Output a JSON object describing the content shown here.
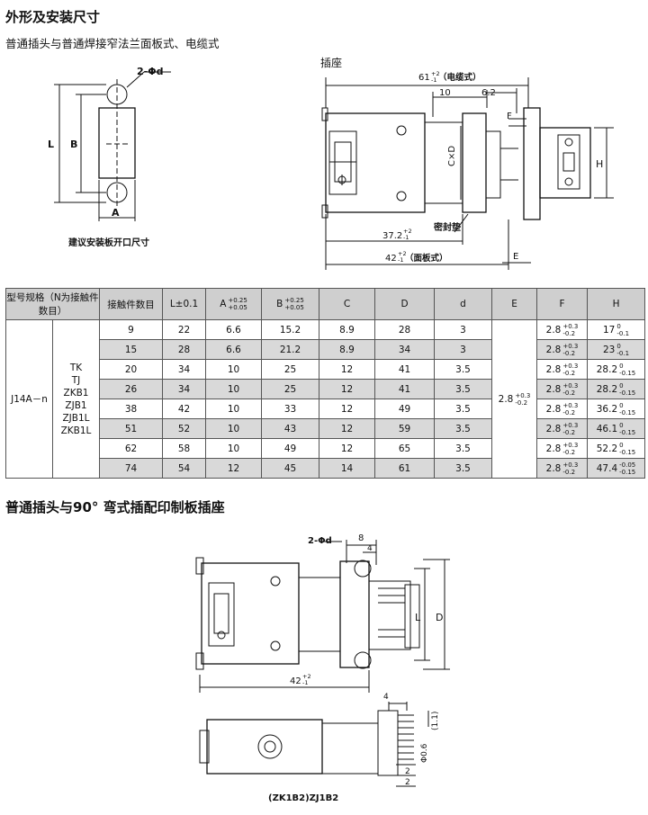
{
  "heading1": "外形及安装尺寸",
  "subheading1": "普通插头与普通焊接窄法兰面板式、电缆式",
  "panel_cutout": {
    "hole_label": "2-Φd",
    "dim_L": "L",
    "dim_B": "B",
    "dim_A": "A",
    "caption": "建议安装板开口尺寸"
  },
  "socket_drawing": {
    "title": "插座",
    "dim_61": "61",
    "tol_61_upper": "+2",
    "tol_61_lower": "-1",
    "dim_61_note": "（电缆式）",
    "dim_10": "10",
    "dim_6_2": "6.2",
    "dim_F": "F",
    "dim_CxD": "C×D",
    "dim_H": "H",
    "dim_37_2": "37.2",
    "tol_37_upper": "+2",
    "tol_37_lower": "-1",
    "seal_label": "密封垫",
    "dim_42": "42",
    "tol_42_upper": "+2",
    "tol_42_lower": "-1",
    "dim_42_note": "（面板式）",
    "dim_E": "E"
  },
  "table": {
    "headers": {
      "model": "型号规格（N为接触件数目）",
      "contacts": "接触件数目",
      "L": "L±0.1",
      "A": "A",
      "A_tol_upper": "+0.25",
      "A_tol_lower": "+0.05",
      "B": "B",
      "B_tol_upper": "+0.25",
      "B_tol_lower": "+0.05",
      "C": "C",
      "D": "D",
      "d": "d",
      "E": "E",
      "F": "F",
      "H": "H"
    },
    "model_prefix": "J14A－n",
    "series": [
      "TK",
      "TJ",
      "ZKB1",
      "ZJB1",
      "ZJB1L",
      "ZKB1L"
    ],
    "E_value": "2.8",
    "E_tol_upper": "+0.3",
    "E_tol_lower": "-0.2",
    "rows": [
      {
        "n": "9",
        "L": "22",
        "A": "6.6",
        "B": "15.2",
        "C": "8.9",
        "D": "28",
        "d": "3",
        "F": "2.8",
        "F_up": "+0.3",
        "F_lo": "-0.2",
        "H": "17",
        "H_up": "0",
        "H_lo": "-0.1"
      },
      {
        "n": "15",
        "L": "28",
        "A": "6.6",
        "B": "21.2",
        "C": "8.9",
        "D": "34",
        "d": "3",
        "F": "2.8",
        "F_up": "+0.3",
        "F_lo": "-0.2",
        "H": "23",
        "H_up": "0",
        "H_lo": "-0.1"
      },
      {
        "n": "20",
        "L": "34",
        "A": "10",
        "B": "25",
        "C": "12",
        "D": "41",
        "d": "3.5",
        "F": "2.8",
        "F_up": "+0.3",
        "F_lo": "-0.2",
        "H": "28.2",
        "H_up": "0",
        "H_lo": "-0.15"
      },
      {
        "n": "26",
        "L": "34",
        "A": "10",
        "B": "25",
        "C": "12",
        "D": "41",
        "d": "3.5",
        "F": "2.8",
        "F_up": "+0.3",
        "F_lo": "-0.2",
        "H": "28.2",
        "H_up": "0",
        "H_lo": "-0.15"
      },
      {
        "n": "38",
        "L": "42",
        "A": "10",
        "B": "33",
        "C": "12",
        "D": "49",
        "d": "3.5",
        "F": "2.8",
        "F_up": "+0.3",
        "F_lo": "-0.2",
        "H": "36.2",
        "H_up": "0",
        "H_lo": "-0.15"
      },
      {
        "n": "51",
        "L": "52",
        "A": "10",
        "B": "43",
        "C": "12",
        "D": "59",
        "d": "3.5",
        "F": "2.8",
        "F_up": "+0.3",
        "F_lo": "-0.2",
        "H": "46.1",
        "H_up": "0",
        "H_lo": "-0.15"
      },
      {
        "n": "62",
        "L": "58",
        "A": "10",
        "B": "49",
        "C": "12",
        "D": "65",
        "d": "3.5",
        "F": "2.8",
        "F_up": "+0.3",
        "F_lo": "-0.2",
        "H": "52.2",
        "H_up": "0",
        "H_lo": "-0.15"
      },
      {
        "n": "74",
        "L": "54",
        "A": "12",
        "B": "45",
        "C": "14",
        "D": "61",
        "d": "3.5",
        "F": "2.8",
        "F_up": "+0.3",
        "F_lo": "-0.2",
        "H": "47.4",
        "H_up": "-0.05",
        "H_lo": "-0.15"
      }
    ]
  },
  "heading2": "普通插头与90° 弯式插配印制板插座",
  "pcb_drawing": {
    "hole_label": "2-Φd",
    "dim_8": "8",
    "dim_4_top": "4",
    "dim_L": "L",
    "dim_D": "D",
    "dim_42": "42",
    "tol_42_upper": "+2",
    "tol_42_lower": "-1",
    "dim_4_side": "4",
    "dim_1_1": "(1.1)",
    "dim_phi06": "Φ0.6",
    "dim_2a": "2",
    "dim_2b": "2",
    "caption": "(ZK1B2)ZJ1B2"
  }
}
